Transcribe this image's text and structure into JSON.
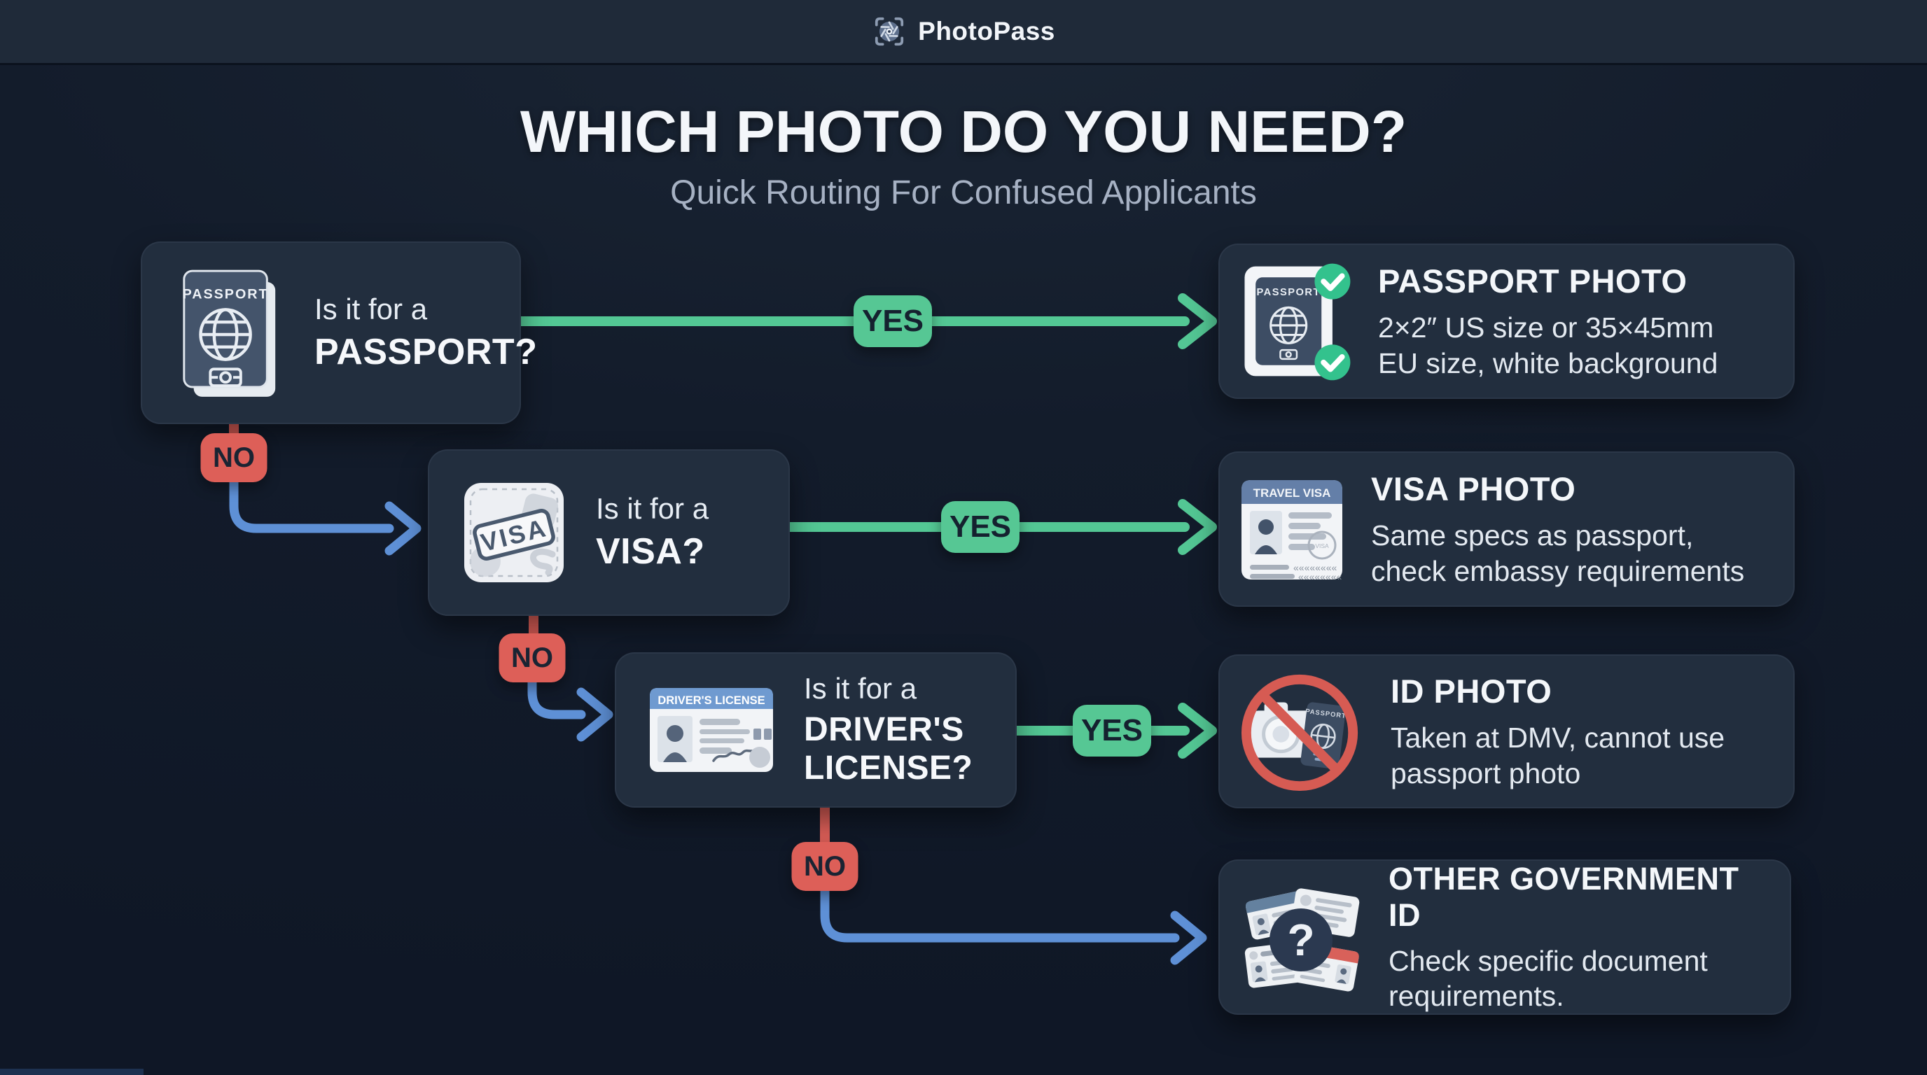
{
  "header": {
    "brand": "PhotoPass"
  },
  "title": "WHICH PHOTO DO YOU NEED?",
  "subtitle": "Quick Routing For Confused Applicants",
  "badges": {
    "yes": "YES",
    "no": "NO"
  },
  "decisions": [
    {
      "line1": "Is it for a",
      "line2": "PASSPORT?"
    },
    {
      "line1": "Is it for a",
      "line2": "VISA?"
    },
    {
      "line1": "Is it for a",
      "line2": "DRIVER'S",
      "line3": "LICENSE?"
    }
  ],
  "results": [
    {
      "title": "PASSPORT PHOTO",
      "description": "2×2″ US size or 35×45mm\nEU size, white background"
    },
    {
      "title": "VISA PHOTO",
      "description": "Same specs as passport,\ncheck embassy requirements"
    },
    {
      "title": "ID PHOTO",
      "description": "Taken at DMV, cannot use\npassport photo"
    },
    {
      "title": "OTHER GOVERNMENT ID",
      "description": "Check specific document\nrequirements."
    }
  ],
  "icons": {
    "passport_label": "PASSPORT",
    "visa_stamp_label": "VISA",
    "travel_visa_label": "TRAVEL VISA",
    "drivers_license_label": "DRIVER'S LICENSE",
    "question_mark": "?",
    "mrz_chevrons": "««««««««"
  },
  "colors": {
    "yes_green": "#53c794",
    "no_red": "#dd5f58",
    "route_blue": "#5e90d6",
    "background": "#131c2b",
    "header_bar": "#1f2a39",
    "card": "#222e3e",
    "check_green": "#33c28d",
    "prohibition_red": "#d65b53"
  }
}
